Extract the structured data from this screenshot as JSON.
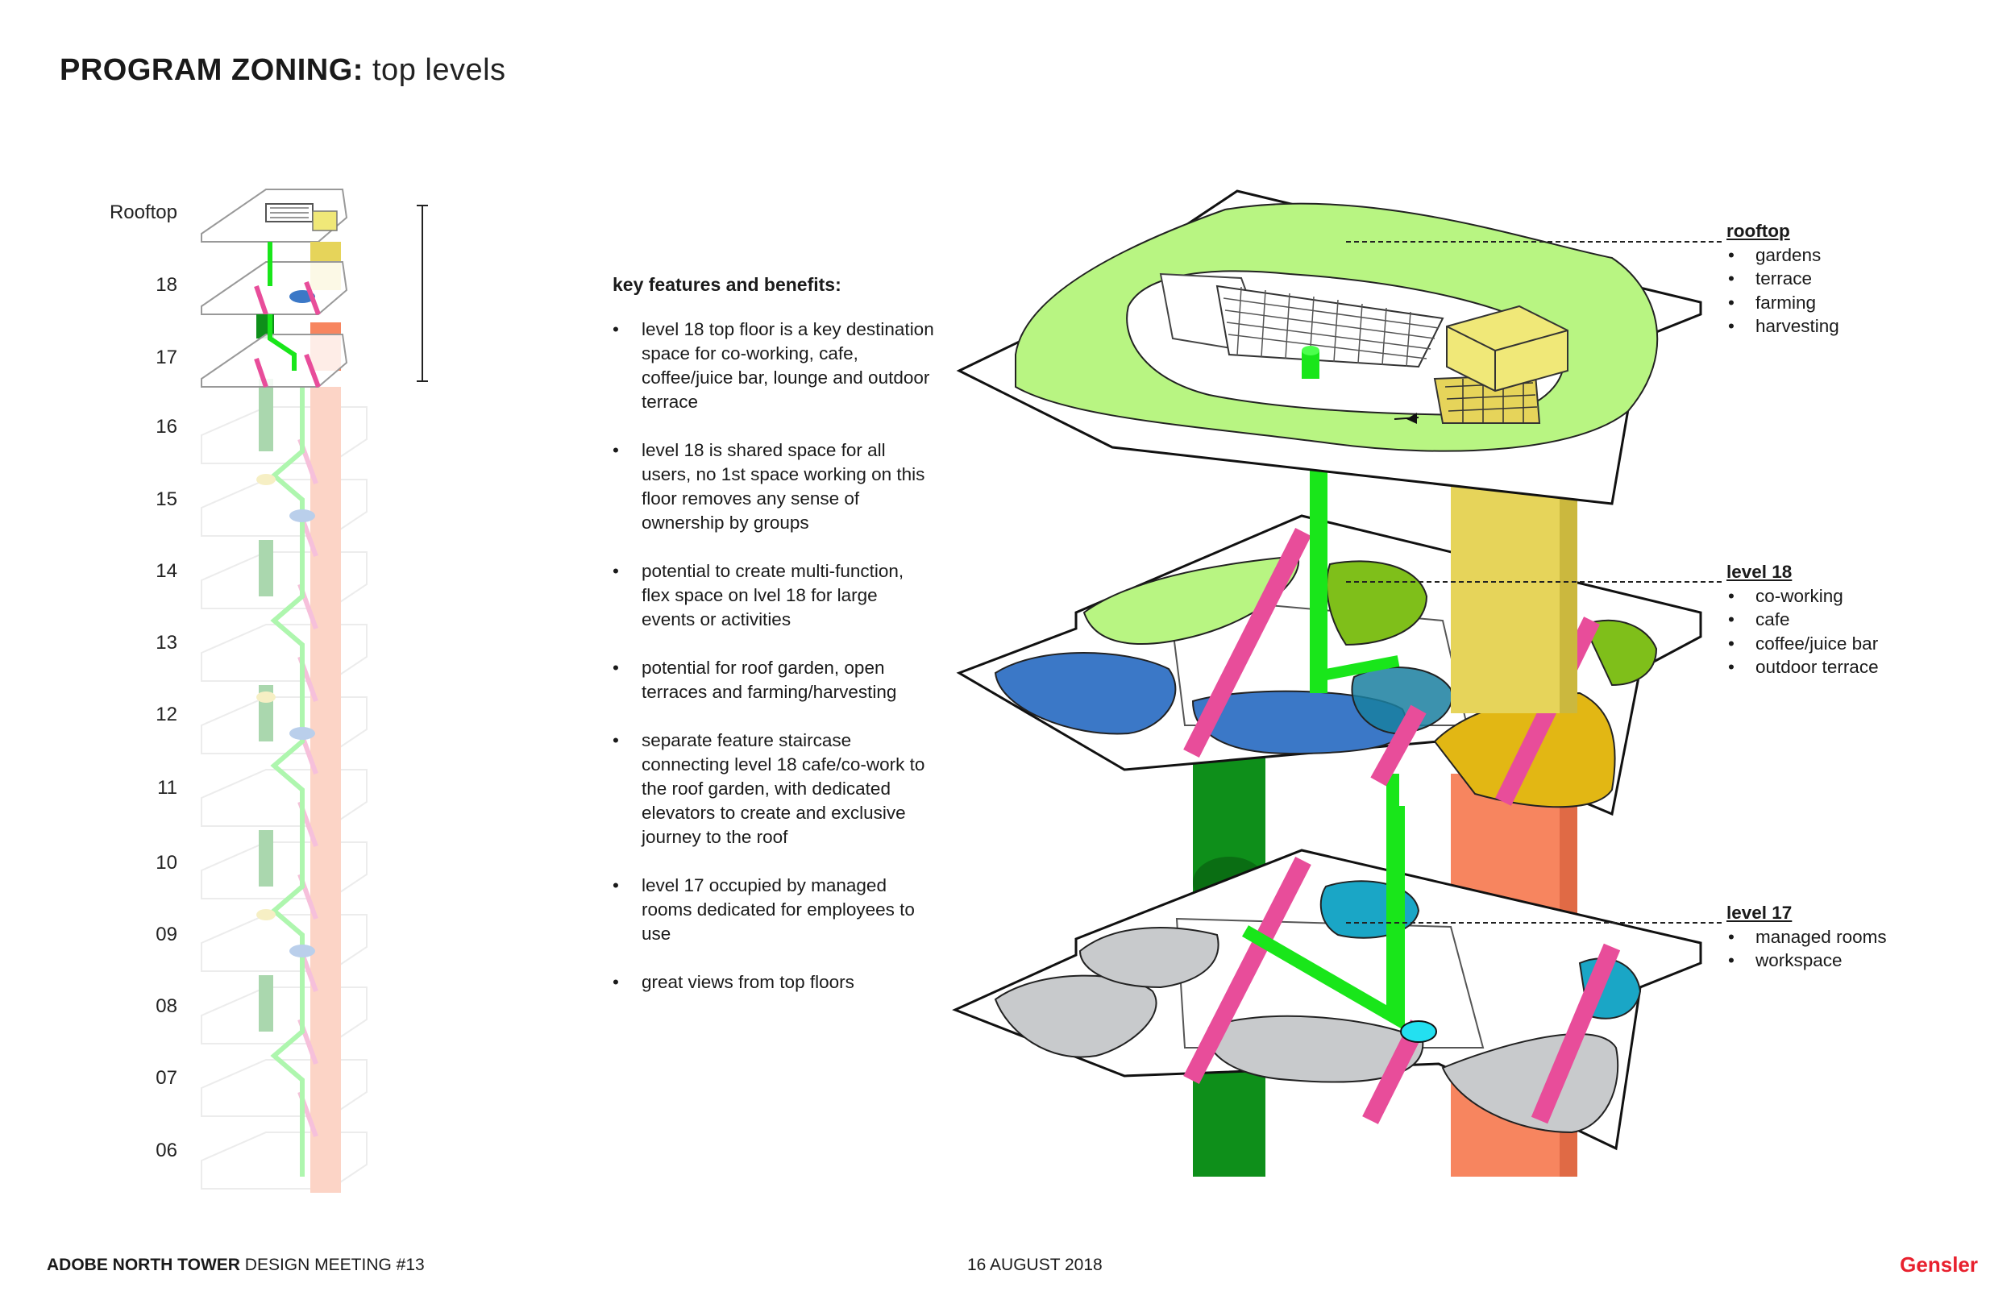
{
  "title": {
    "bold": "PROGRAM ZONING:",
    "light": "top levels"
  },
  "stack_levels": [
    "Rooftop",
    "18",
    "17",
    "16",
    "15",
    "14",
    "13",
    "12",
    "11",
    "10",
    "09",
    "08",
    "07",
    "06"
  ],
  "features": {
    "heading": "key features and benefits:",
    "items": [
      "level 18 top floor is a key destination space for co-working, cafe, coffee/juice bar, lounge and outdoor terrace",
      "level 18 is shared space for all users, no 1st space working on this floor removes any sense of ownership by groups",
      "potential to create multi-function, flex space on lvel 18 for large events or activities",
      "potential for roof garden, open terraces and farming/harvesting",
      "separate feature staircase connecting level 18 cafe/co-work to the roof garden, with dedicated elevators to create and exclusive journey to the roof",
      "level 17 occupied by managed rooms dedicated for employees to use",
      "great views from top floors"
    ]
  },
  "annotations": {
    "rooftop": {
      "head": "rooftop",
      "items": [
        "gardens",
        "terrace",
        "farming",
        "harvesting"
      ]
    },
    "level18": {
      "head": "level 18",
      "items": [
        "co-working",
        "cafe",
        "coffee/juice bar",
        "outdoor terrace"
      ]
    },
    "level17": {
      "head": "level 17",
      "items": [
        "managed rooms",
        "workspace"
      ]
    }
  },
  "footer": {
    "project": "ADOBE NORTH TOWER",
    "meeting": "DESIGN MEETING #13",
    "date": "16 AUGUST 2018",
    "brand": "Gensler"
  },
  "colors": {
    "garden": "#b8f582",
    "green_zone": "#7fbf1a",
    "blue": "#3b78c7",
    "teal": "#1aa6c6",
    "yellow": "#e6d45a",
    "gold": "#e2b714",
    "coral": "#f7855f",
    "pink": "#e84d9a",
    "grey": "#c8cacc",
    "stair": "#19e61a",
    "elevator": "#0e8f1a"
  }
}
